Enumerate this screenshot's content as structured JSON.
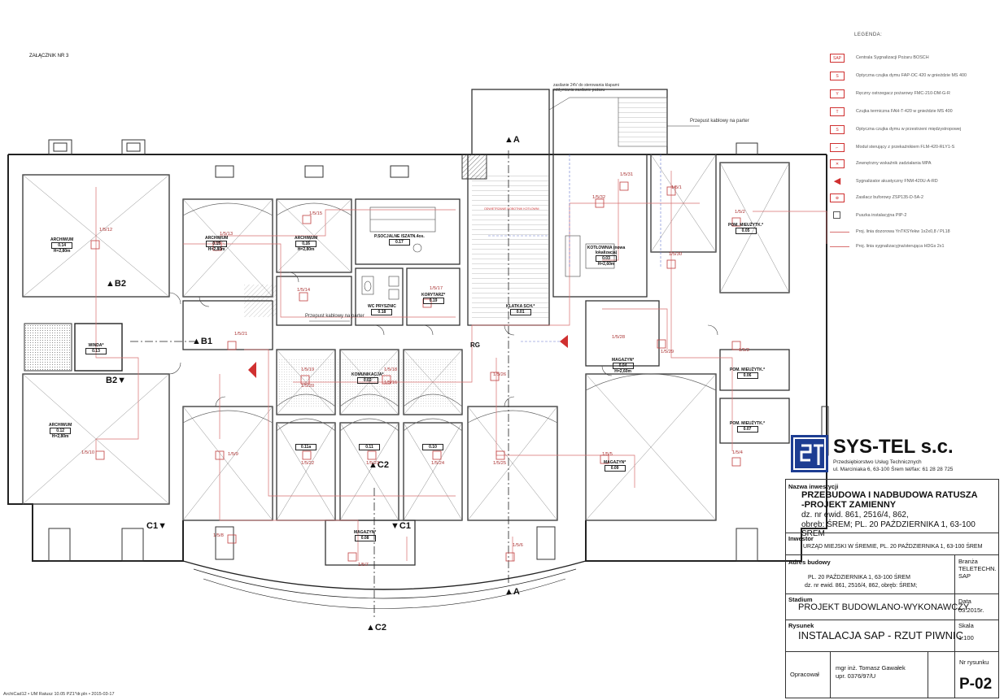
{
  "sheet": {
    "attachment_label": "ZAŁĄCZNIK NR 3",
    "footer_text": "ArchiCad12 • UM Ratusz 10.05 PZ1*dr.pln • 2015-03-17",
    "note_power": "zasilanie 24V do sterowania klapami oddymiania zasilanie pożaru",
    "note_passage_top": "Przepust kablowy na parter",
    "note_passage_mid": "Przepust kablowy na parter",
    "note_pipe": "ODWIETRZANIE ROBOTNIK KOTŁOWNI",
    "accent_red": "#d03030",
    "accent_blue": "#2244aa"
  },
  "legend": {
    "title": "LEGENDA:",
    "items": [
      {
        "symbol": "SAP",
        "label": "Centrala Sygnalizacji Pożaru BOSCH",
        "icon": "control-panel-icon"
      },
      {
        "symbol": "S",
        "label": "Optyczna czujka dymu FAP-OC 420 w gnieździe MS 400",
        "icon": "smoke-detector-icon"
      },
      {
        "symbol": "Y",
        "label": "Ręczny ostrzegacz pożarowy FMC-210-DM-G-R",
        "icon": "manual-call-point-icon"
      },
      {
        "symbol": "T",
        "label": "Czujka termiczna FAH-T-420 w gnieździe MS 400",
        "icon": "heat-detector-icon"
      },
      {
        "symbol": "S",
        "label": "Optyczna czujka dymu w przestrzeni międzystropowej",
        "icon": "ceiling-smoke-detector-icon"
      },
      {
        "symbol": "",
        "label": "Moduł sterujący z przekaźnikiem FLM-420-RLY1-S",
        "icon": "relay-module-icon"
      },
      {
        "symbol": "",
        "label": "Zewnętrzny wskaźnik zadziałania MPA",
        "icon": "indicator-icon"
      },
      {
        "symbol": "",
        "label": "Sygnalizator akustyczny FNM-420U-A-RD",
        "icon": "sounder-icon"
      },
      {
        "symbol": "",
        "label": "Zasilacz buforowy ZSP135-D-5A-2",
        "icon": "power-supply-icon"
      },
      {
        "symbol": "",
        "label": "Puszka instalacyjna PIP-2",
        "icon": "junction-box-icon"
      },
      {
        "symbol": "",
        "label": "Proj. linia dozorowa YnTKSYekw 1x2x0,8 / PL18",
        "icon": "detection-line-icon"
      },
      {
        "symbol": "",
        "label": "Proj. linia sygnalizacyjna/sterująca HDGs 2x1",
        "icon": "signal-line-icon"
      }
    ]
  },
  "rooms": [
    {
      "name": "ARCHIWUM",
      "num": "0.14",
      "h": "H=2,80m"
    },
    {
      "name": "ARCHIWUM",
      "num": "0.15",
      "h": "H=2,80m"
    },
    {
      "name": "ARCHIWUM",
      "num": "0.16",
      "h": "H=2,80m"
    },
    {
      "name": "P.SOCJALNE /SZATN.4os.",
      "num": "0.17",
      "h": ""
    },
    {
      "name": "WC PRYSZNIC",
      "num": "0.18",
      "h": ""
    },
    {
      "name": "KORYTARZ*",
      "num": "0.19",
      "h": ""
    },
    {
      "name": "KLATKA SCH.*",
      "num": "0.01",
      "h": ""
    },
    {
      "name": "KOTŁOWNIA (nowa lokalizacja)",
      "num": "0.03",
      "h": "H=2,60m"
    },
    {
      "name": "POM. MIEUŻYTK.*",
      "num": "0.05",
      "h": ""
    },
    {
      "name": "WINDA*",
      "num": "0.13",
      "h": ""
    },
    {
      "name": "MAGAZYN*",
      "num": "0.04",
      "h": "H=2,60m"
    },
    {
      "name": "KOMUNIKACJA*",
      "num": "0.02",
      "h": ""
    },
    {
      "name": "POM. MIEUŻYTK.*",
      "num": "0.06",
      "h": ""
    },
    {
      "name": "POM. MIEUŻYTK.*",
      "num": "0.07",
      "h": ""
    },
    {
      "name": "ARCHIWUM",
      "num": "0.12",
      "h": "H=2,80m"
    },
    {
      "name": "",
      "num": "0.11a",
      "h": ""
    },
    {
      "name": "",
      "num": "0.11",
      "h": ""
    },
    {
      "name": "",
      "num": "0.10",
      "h": ""
    },
    {
      "name": "MAGAZYN*",
      "num": "0.08",
      "h": ""
    },
    {
      "name": "MAGAZYN*",
      "num": "0.09",
      "h": ""
    }
  ],
  "detectors": [
    "1/5/12",
    "1/5/13",
    "1/5/15",
    "1/5/17",
    "1/5/14",
    "1/5/21",
    "1/5/19",
    "1/5/20",
    "1/5/18",
    "1/5/16",
    "1/5/22",
    "1/5/23",
    "1/5/24",
    "1/5/25",
    "1/5/26",
    "1/5/9",
    "1/5/10",
    "1/5/8",
    "1/5/7",
    "1/5/6",
    "1/5/5",
    "1/5/4",
    "1/5/3",
    "1/5/2",
    "1/5/1",
    "1/5/29",
    "1/5/28",
    "1/5/30",
    "1/5/31",
    "1/5/32"
  ],
  "axes": {
    "a_top": "A",
    "a_bottom": "A",
    "b1": "B1",
    "b2_top": "B2",
    "b2_bottom": "B2",
    "c1_left": "C1",
    "c1_mid": "C1",
    "c2_mid": "C2",
    "c2_bottom": "C2",
    "rg": "RG"
  },
  "company": {
    "logo_letters": "ST",
    "name": "SYS-TEL s.c.",
    "tagline": "Przedsiębiorstwo Usług Technicznych",
    "address": "ul. Marciniaka 6, 63-100 Śrem    tel/fax: 61 28 28 725"
  },
  "titleblock": {
    "investment_label": "Nazwa inwestycji",
    "investment_line1": "PRZEBUDOWA I NADBUDOWA RATUSZA",
    "investment_line2": "-PROJEKT ZAMIENNY",
    "investment_line3": "dz. nr ewid. 861, 2516/4, 862,",
    "investment_line4": "obręb: ŚREM; PL. 20 PAŹDZIERNIKA 1, 63-100 ŚREM",
    "investor_label": "Inwestor",
    "investor_value": "URZĄD MIEJSKI W ŚREMIE,  PL. 20 PAŹDZIERNIKA 1, 63-100 ŚREM",
    "address_label": "Adres budowy",
    "address_line1": "PL. 20 PAŹDZIERNIKA 1, 63-100 ŚREM",
    "address_line2": "dz. nr ewid. 861, 2516/4, 862, obręb: ŚREM;",
    "branch_label": "Branża",
    "branch_value1": "TELETECHN.",
    "branch_value2": "SAP",
    "stage_label": "Stadium",
    "stage_value": "PROJEKT BUDOWLANO-WYKONAWCZY",
    "date_label": "Data",
    "date_value": "03.2015r.",
    "drawing_label": "Rysunek",
    "drawing_value": "INSTALACJA SAP - RZUT PIWNIC",
    "scale_label": "Skala",
    "scale_value": "1:100",
    "author_label": "Opracował",
    "author_name": "mgr inż. Tomasz Gawałek",
    "author_license": "upr. 0376/97/U",
    "sheetno_label": "Nr rysunku",
    "sheetno_value": "P-02"
  }
}
